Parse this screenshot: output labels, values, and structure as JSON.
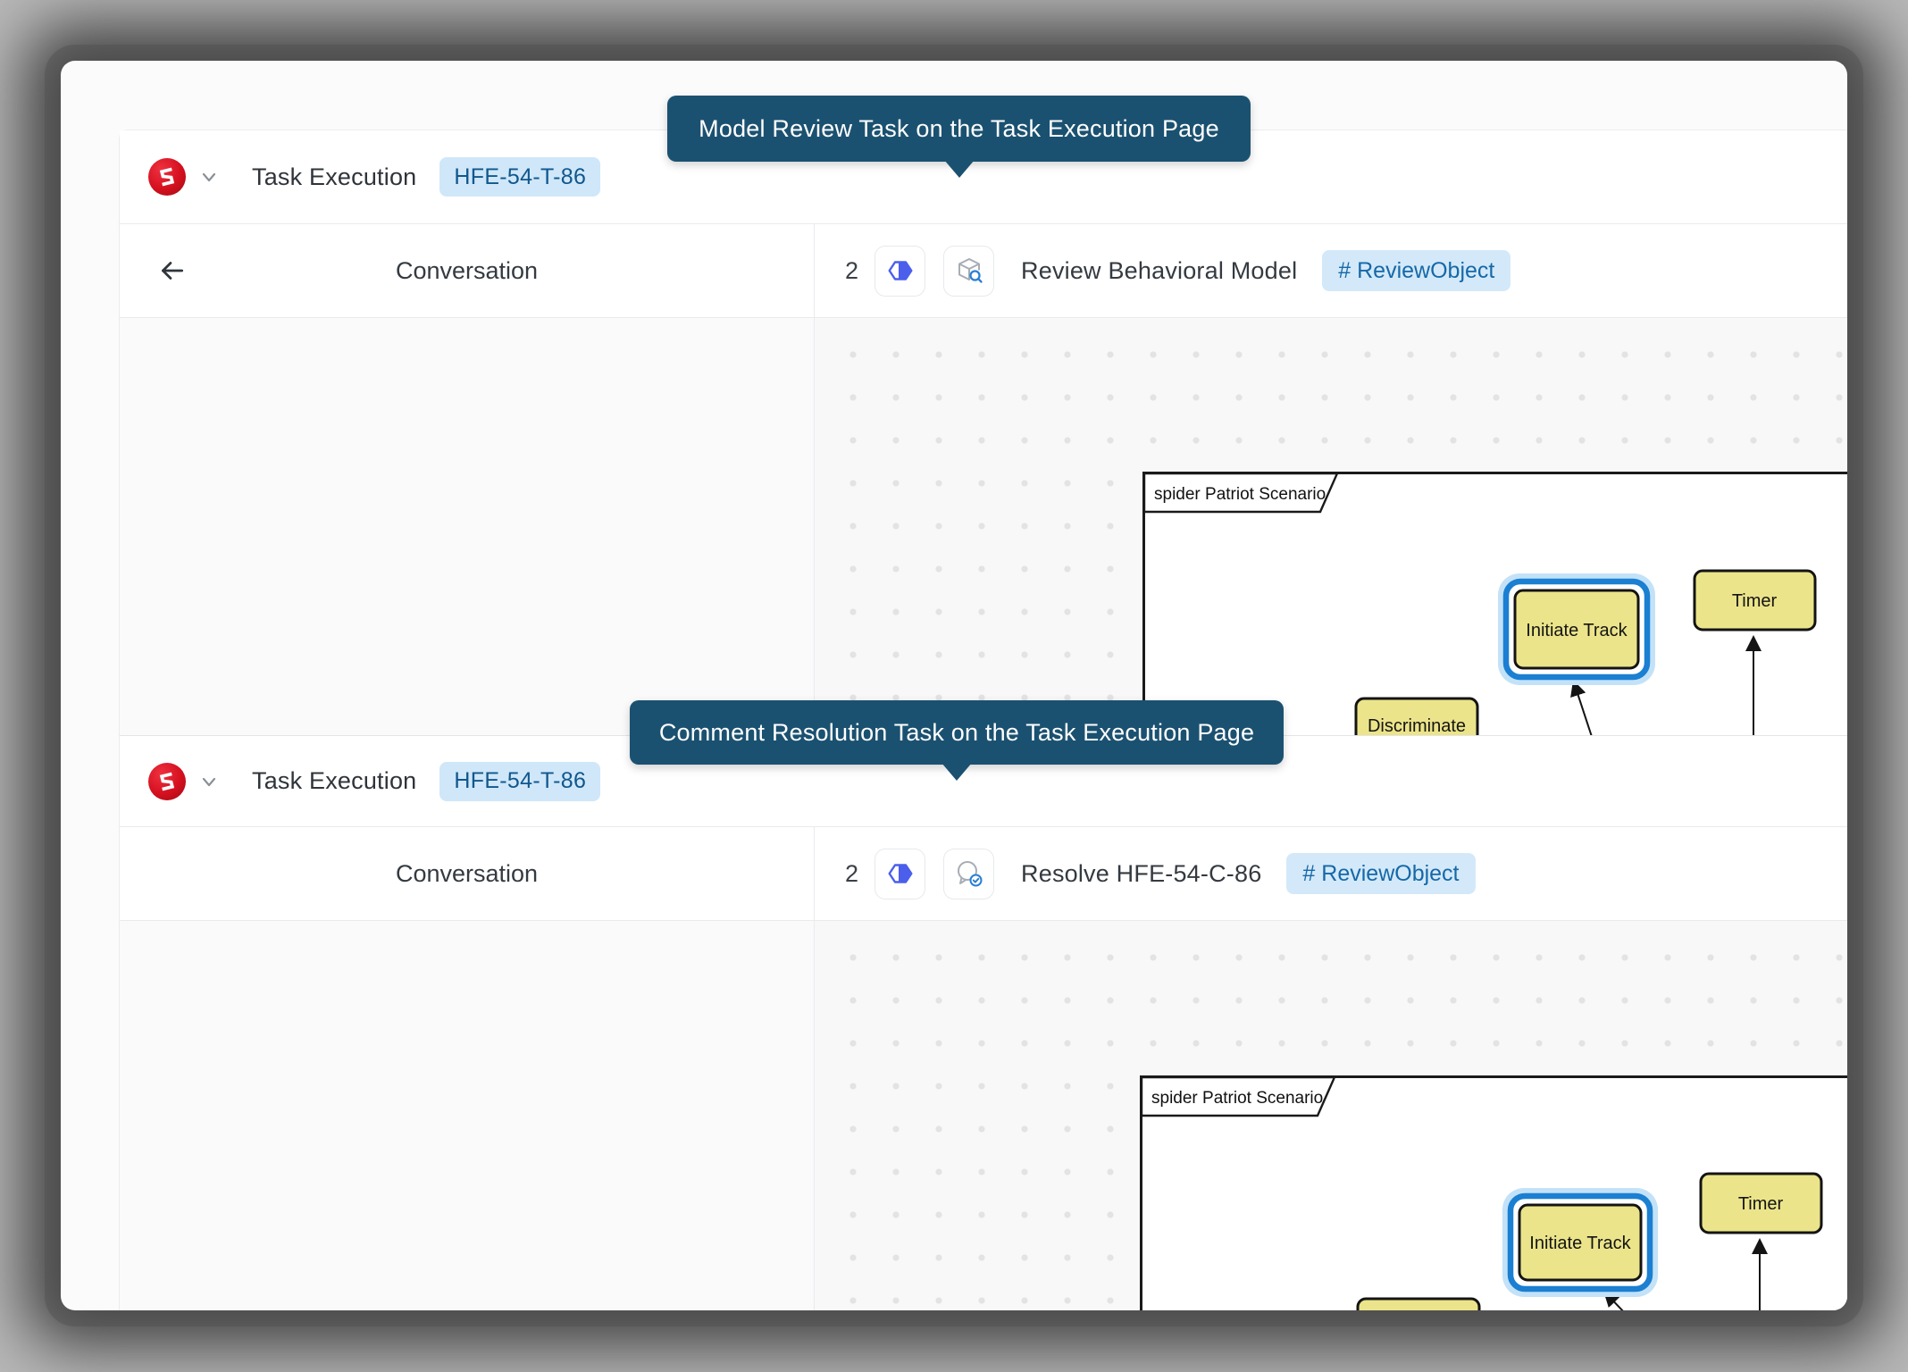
{
  "tooltips": {
    "model_review": "Model Review Task on the Task Execution Page",
    "comment_resolution": "Comment Resolution Task on the Task Execution Page"
  },
  "colors": {
    "tooltip_bg": "#1b5170",
    "badge_bg": "#cfe7f9",
    "badge_text": "#10578d",
    "tag_bg": "#d3e9f9",
    "tag_text": "#1668a8",
    "brand_red": "#d5101f",
    "hexagon_blue": "#4b5fec",
    "node_fill": "#ebe48a",
    "node_border": "#141414",
    "selection_ring": "#1b7fd2",
    "selection_glow": "#c3e2f8"
  },
  "sections": [
    {
      "app_header": {
        "title": "Task Execution",
        "task_id": "HFE-54-T-86"
      },
      "conversation_panel": {
        "title": "Conversation"
      },
      "task_header": {
        "count": "2",
        "title": "Review Behavioral Model",
        "tag": "# ReviewObject"
      },
      "diagram": {
        "frame_label": "spider Patriot Scenario",
        "nodes": {
          "initiate_track": "Initiate Track",
          "timer": "Timer",
          "discriminate": "Discriminate"
        }
      }
    },
    {
      "app_header": {
        "title": "Task Execution",
        "task_id": "HFE-54-T-86"
      },
      "conversation_panel": {
        "title": "Conversation"
      },
      "task_header": {
        "count": "2",
        "title": "Resolve HFE-54-C-86",
        "tag": "# ReviewObject"
      },
      "diagram": {
        "frame_label": "spider Patriot Scenario",
        "nodes": {
          "initiate_track": "Initiate Track",
          "timer": "Timer"
        }
      }
    }
  ]
}
